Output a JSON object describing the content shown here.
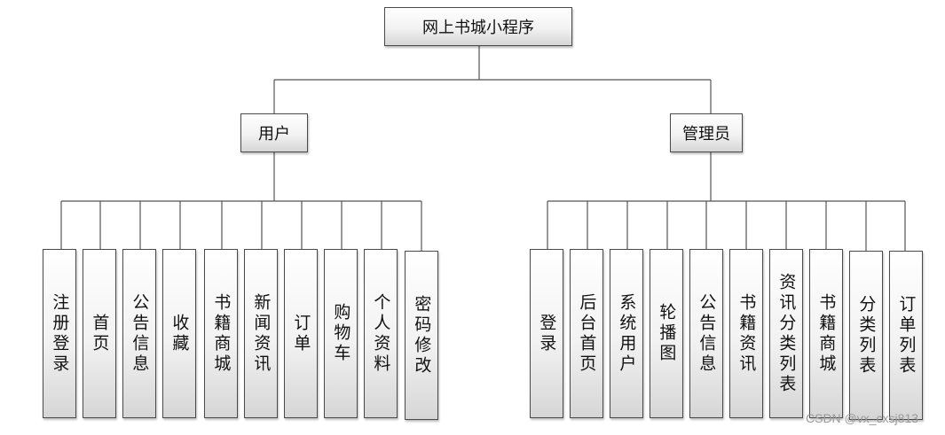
{
  "root": {
    "label": "网上书城小程序"
  },
  "branches": [
    {
      "label": "用户",
      "children": [
        "注册登录",
        "首页",
        "公告信息",
        "收藏",
        "书籍商城",
        "新闻资讯",
        "订单",
        "购物车",
        "个人资料",
        "密码修改"
      ]
    },
    {
      "label": "管理员",
      "children": [
        "登录",
        "后台首页",
        "系统用户",
        "轮播图",
        "公告信息",
        "书籍资讯",
        "资讯分类列表",
        "书籍商城",
        "分类列表",
        "订单列表"
      ]
    }
  ],
  "watermark": "CSDN @vx_cxsj813"
}
